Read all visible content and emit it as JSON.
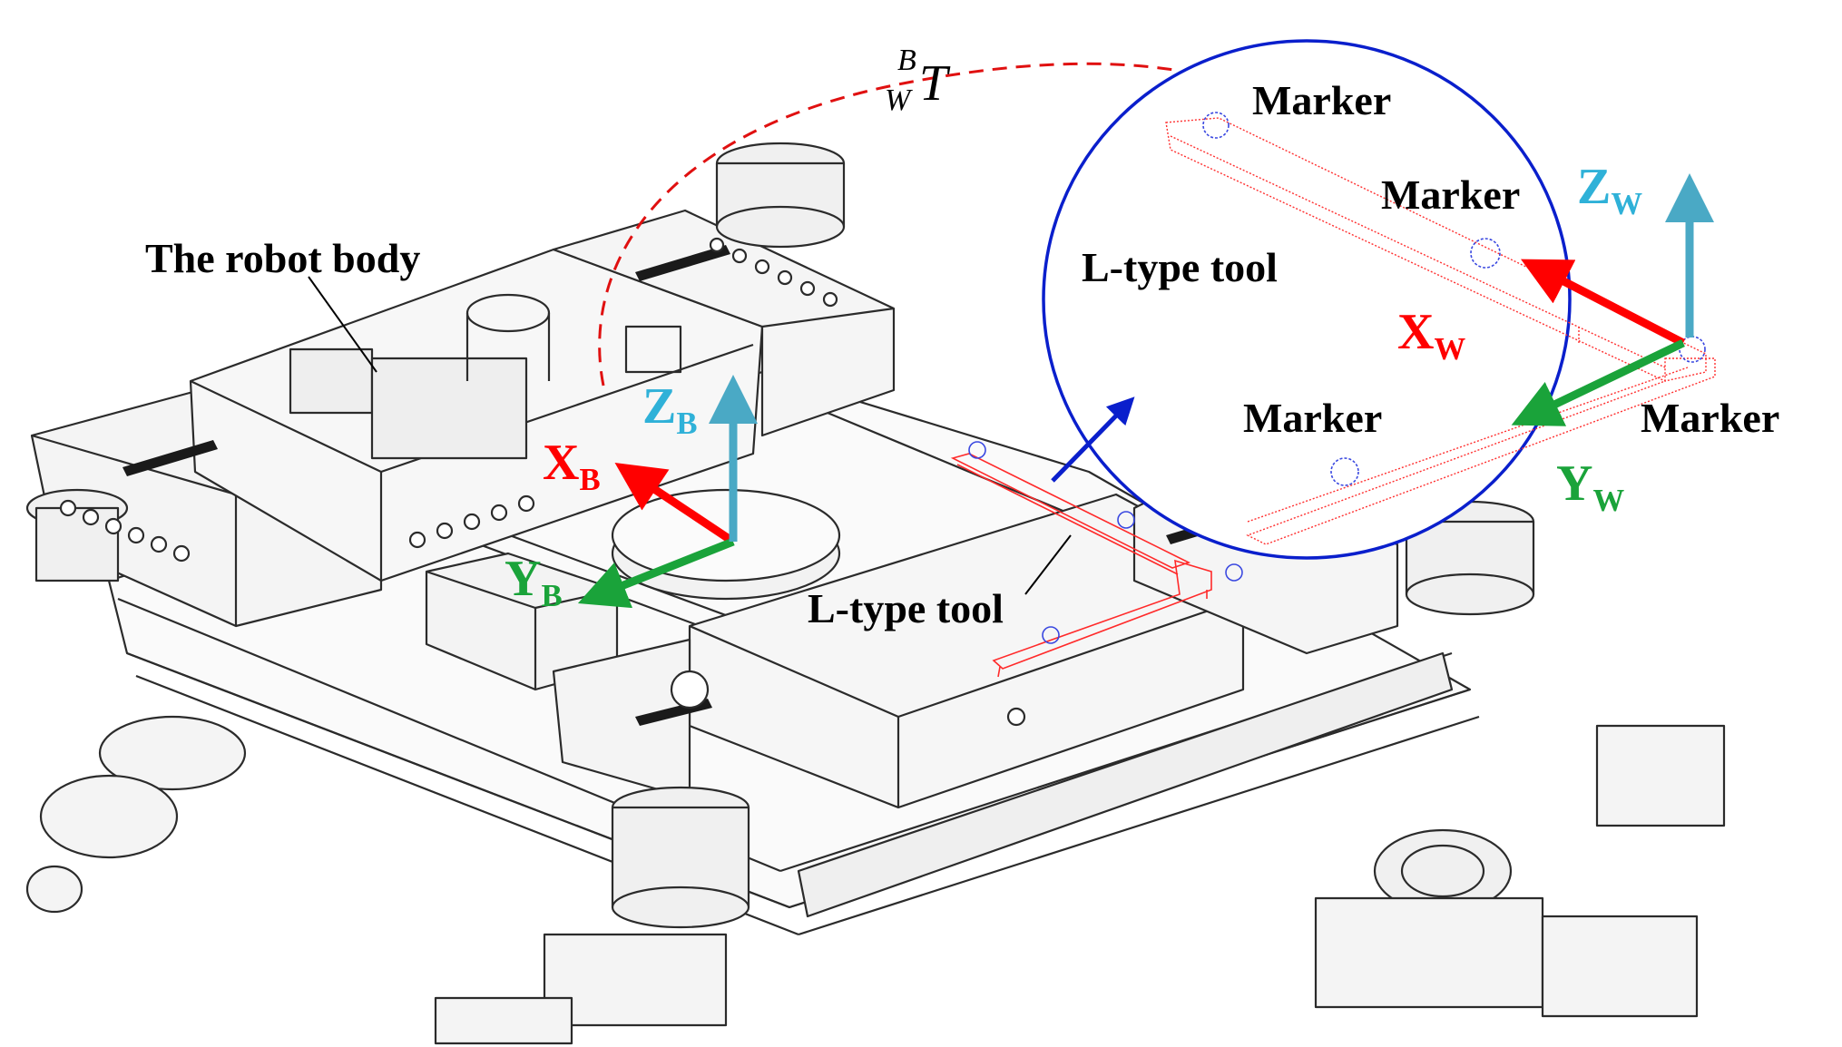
{
  "labels": {
    "robot_body": "The robot body",
    "tool_main": "L-type tool",
    "tool_zoom": "L-type tool",
    "markers": [
      "Marker",
      "Marker",
      "Marker",
      "Marker"
    ]
  },
  "transform": {
    "base": "T",
    "sup": "B",
    "sub": "W"
  },
  "frames": {
    "base": {
      "x": {
        "letter": "X",
        "sub": "B",
        "color": "#ff0000"
      },
      "y": {
        "letter": "Y",
        "sub": "B",
        "color": "#1aa33a"
      },
      "z": {
        "letter": "Z",
        "sub": "B",
        "color": "#2fb1d8"
      }
    },
    "world": {
      "x": {
        "letter": "X",
        "sub": "W",
        "color": "#ff0000"
      },
      "y": {
        "letter": "Y",
        "sub": "W",
        "color": "#1aa33a"
      },
      "z": {
        "letter": "Z",
        "sub": "W",
        "color": "#2fb1d8"
      }
    }
  },
  "colors": {
    "ellipse": "#0a1fcc",
    "tool": "#ff2a2a",
    "marker": "#3a48e0",
    "dashed": "#e01010",
    "pointer": "#0a1fcc",
    "line_art": "#2b2b2b"
  }
}
